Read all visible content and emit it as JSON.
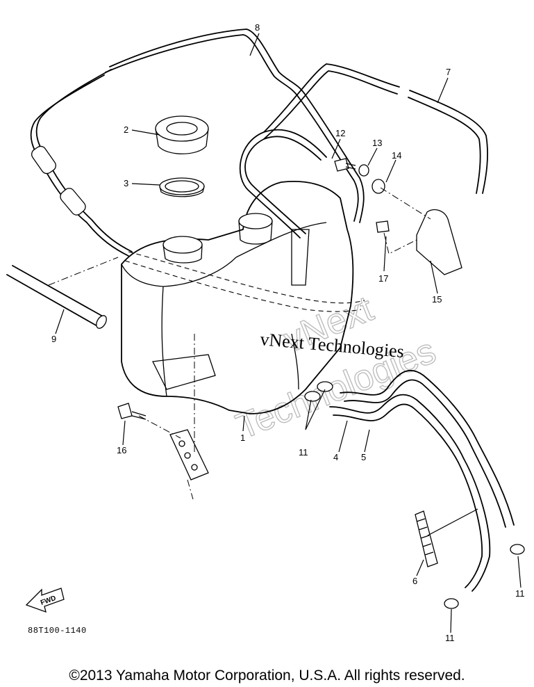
{
  "callouts": [
    {
      "id": "c1",
      "label": "1"
    },
    {
      "id": "c2",
      "label": "2"
    },
    {
      "id": "c3",
      "label": "3"
    },
    {
      "id": "c4",
      "label": "4"
    },
    {
      "id": "c5",
      "label": "5"
    },
    {
      "id": "c6",
      "label": "6"
    },
    {
      "id": "c7",
      "label": "7"
    },
    {
      "id": "c8",
      "label": "8"
    },
    {
      "id": "c9",
      "label": "9"
    },
    {
      "id": "c11a",
      "label": "11"
    },
    {
      "id": "c11b",
      "label": "11"
    },
    {
      "id": "c11c",
      "label": "11"
    },
    {
      "id": "c12",
      "label": "12"
    },
    {
      "id": "c13",
      "label": "13"
    },
    {
      "id": "c14",
      "label": "14"
    },
    {
      "id": "c15",
      "label": "15"
    },
    {
      "id": "c16",
      "label": "16"
    },
    {
      "id": "c17",
      "label": "17"
    }
  ],
  "fwd_label": "FWD",
  "part_code": "88T100-1140",
  "watermark": {
    "small": "vNext Technologies",
    "large_line1": "vNext",
    "large_line2": "Technologies"
  },
  "copyright": "©2013 Yamaha Motor Corporation, U.S.A. All rights reserved."
}
